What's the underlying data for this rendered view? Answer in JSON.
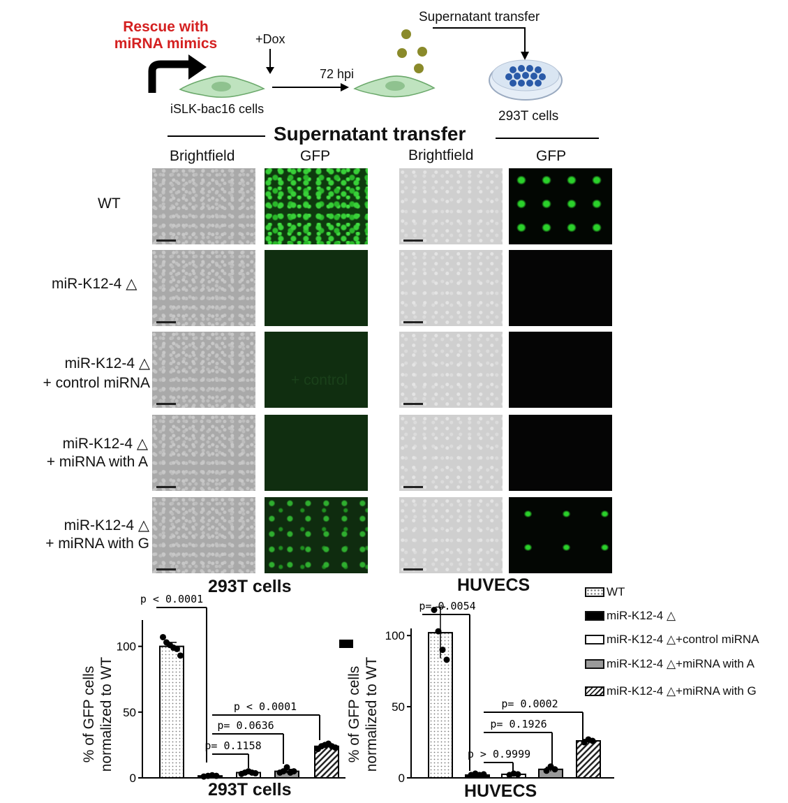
{
  "schematic": {
    "rescue_line1": "Rescue with",
    "rescue_line2": "miRNA mimics",
    "dox": "+Dox",
    "hpi": "72 hpi",
    "islk": "iSLK-bac16 cells",
    "supernatant_transfer_small": "Supernatant transfer",
    "t293_cells": "293T cells"
  },
  "grid": {
    "header": "Supernatant transfer",
    "col_brightfield_1": "Brightfield",
    "col_gfp_1": "GFP",
    "col_brightfield_2": "Brightfield",
    "col_gfp_2": "GFP",
    "rows": [
      {
        "line1": "WT",
        "line2": ""
      },
      {
        "line1": "miR-K12-4 △",
        "line2": ""
      },
      {
        "line1": "miR-K12-4 △",
        "line2": "+ control miRNA"
      },
      {
        "line1": "miR-K12-4 △",
        "line2": "+ miRNA with A"
      },
      {
        "line1": "miR-K12-4 △",
        "line2": "+ miRNA with G"
      }
    ],
    "faint_overlay": "+ control",
    "footer_293t": "293T cells",
    "footer_huvecs": "HUVECS"
  },
  "legend": [
    {
      "label": "WT",
      "fill": "stipple"
    },
    {
      "label": "miR-K12-4 △",
      "fill": "black"
    },
    {
      "label": "miR-K12-4 △+control miRNA",
      "fill": "white"
    },
    {
      "label": "miR-K12-4 △+miRNA with A",
      "fill": "gray"
    },
    {
      "label": "miR-K12-4 △+miRNA with G",
      "fill": "hatch"
    }
  ],
  "chart_data": [
    {
      "type": "bar",
      "title": "293T cells",
      "ylabel_line1": "% of GFP cells",
      "ylabel_line2": "normalized to WT",
      "categories": [
        "WT",
        "miR-K12-4 △",
        "miR-K12-4 △+control miRNA",
        "miR-K12-4 △+miRNA with A",
        "miR-K12-4 △+miRNA with G"
      ],
      "values": [
        100,
        1.5,
        4,
        5,
        24
      ],
      "errors": [
        3,
        0.5,
        0.8,
        1.5,
        2
      ],
      "points": [
        [
          107,
          103,
          101,
          99,
          98,
          93
        ],
        [
          1,
          1.5,
          2,
          1.5
        ],
        [
          3,
          4,
          5,
          4,
          3.5
        ],
        [
          4,
          5,
          8,
          4,
          5
        ],
        [
          22,
          24,
          25,
          26,
          24,
          23
        ]
      ],
      "yticks": [
        0,
        50,
        100
      ],
      "ylim": [
        0,
        120
      ],
      "annotations": [
        "p < 0.0001",
        "p= 0.0636",
        "p= 0.1158",
        "p < 0.0001"
      ]
    },
    {
      "type": "bar",
      "title": "HUVECS",
      "ylabel_line1": "% of GFP cells",
      "ylabel_line2": "normalized to WT",
      "categories": [
        "WT",
        "miR-K12-4 △",
        "miR-K12-4 △+control miRNA",
        "miR-K12-4 △+miRNA with A",
        "miR-K12-4 △+miRNA with G"
      ],
      "values": [
        102,
        2,
        2.5,
        6,
        26
      ],
      "errors": [
        18,
        0.5,
        0.5,
        1.5,
        1
      ],
      "points": [
        [
          118,
          103,
          90,
          83
        ],
        [
          2,
          3,
          2,
          2.5
        ],
        [
          2,
          3,
          2.5
        ],
        [
          5,
          8,
          6
        ],
        [
          25,
          27,
          26
        ]
      ],
      "yticks": [
        0,
        50,
        100
      ],
      "ylim": [
        0,
        105
      ],
      "annotations": [
        "p= 0.0054",
        "p= 0.0002",
        "p= 0.1926",
        "p > 0.9999"
      ]
    }
  ],
  "colors": {
    "red_text": "#d42020",
    "cell_green": "#a8d8a8",
    "dish_blue": "#2a5aa8"
  }
}
